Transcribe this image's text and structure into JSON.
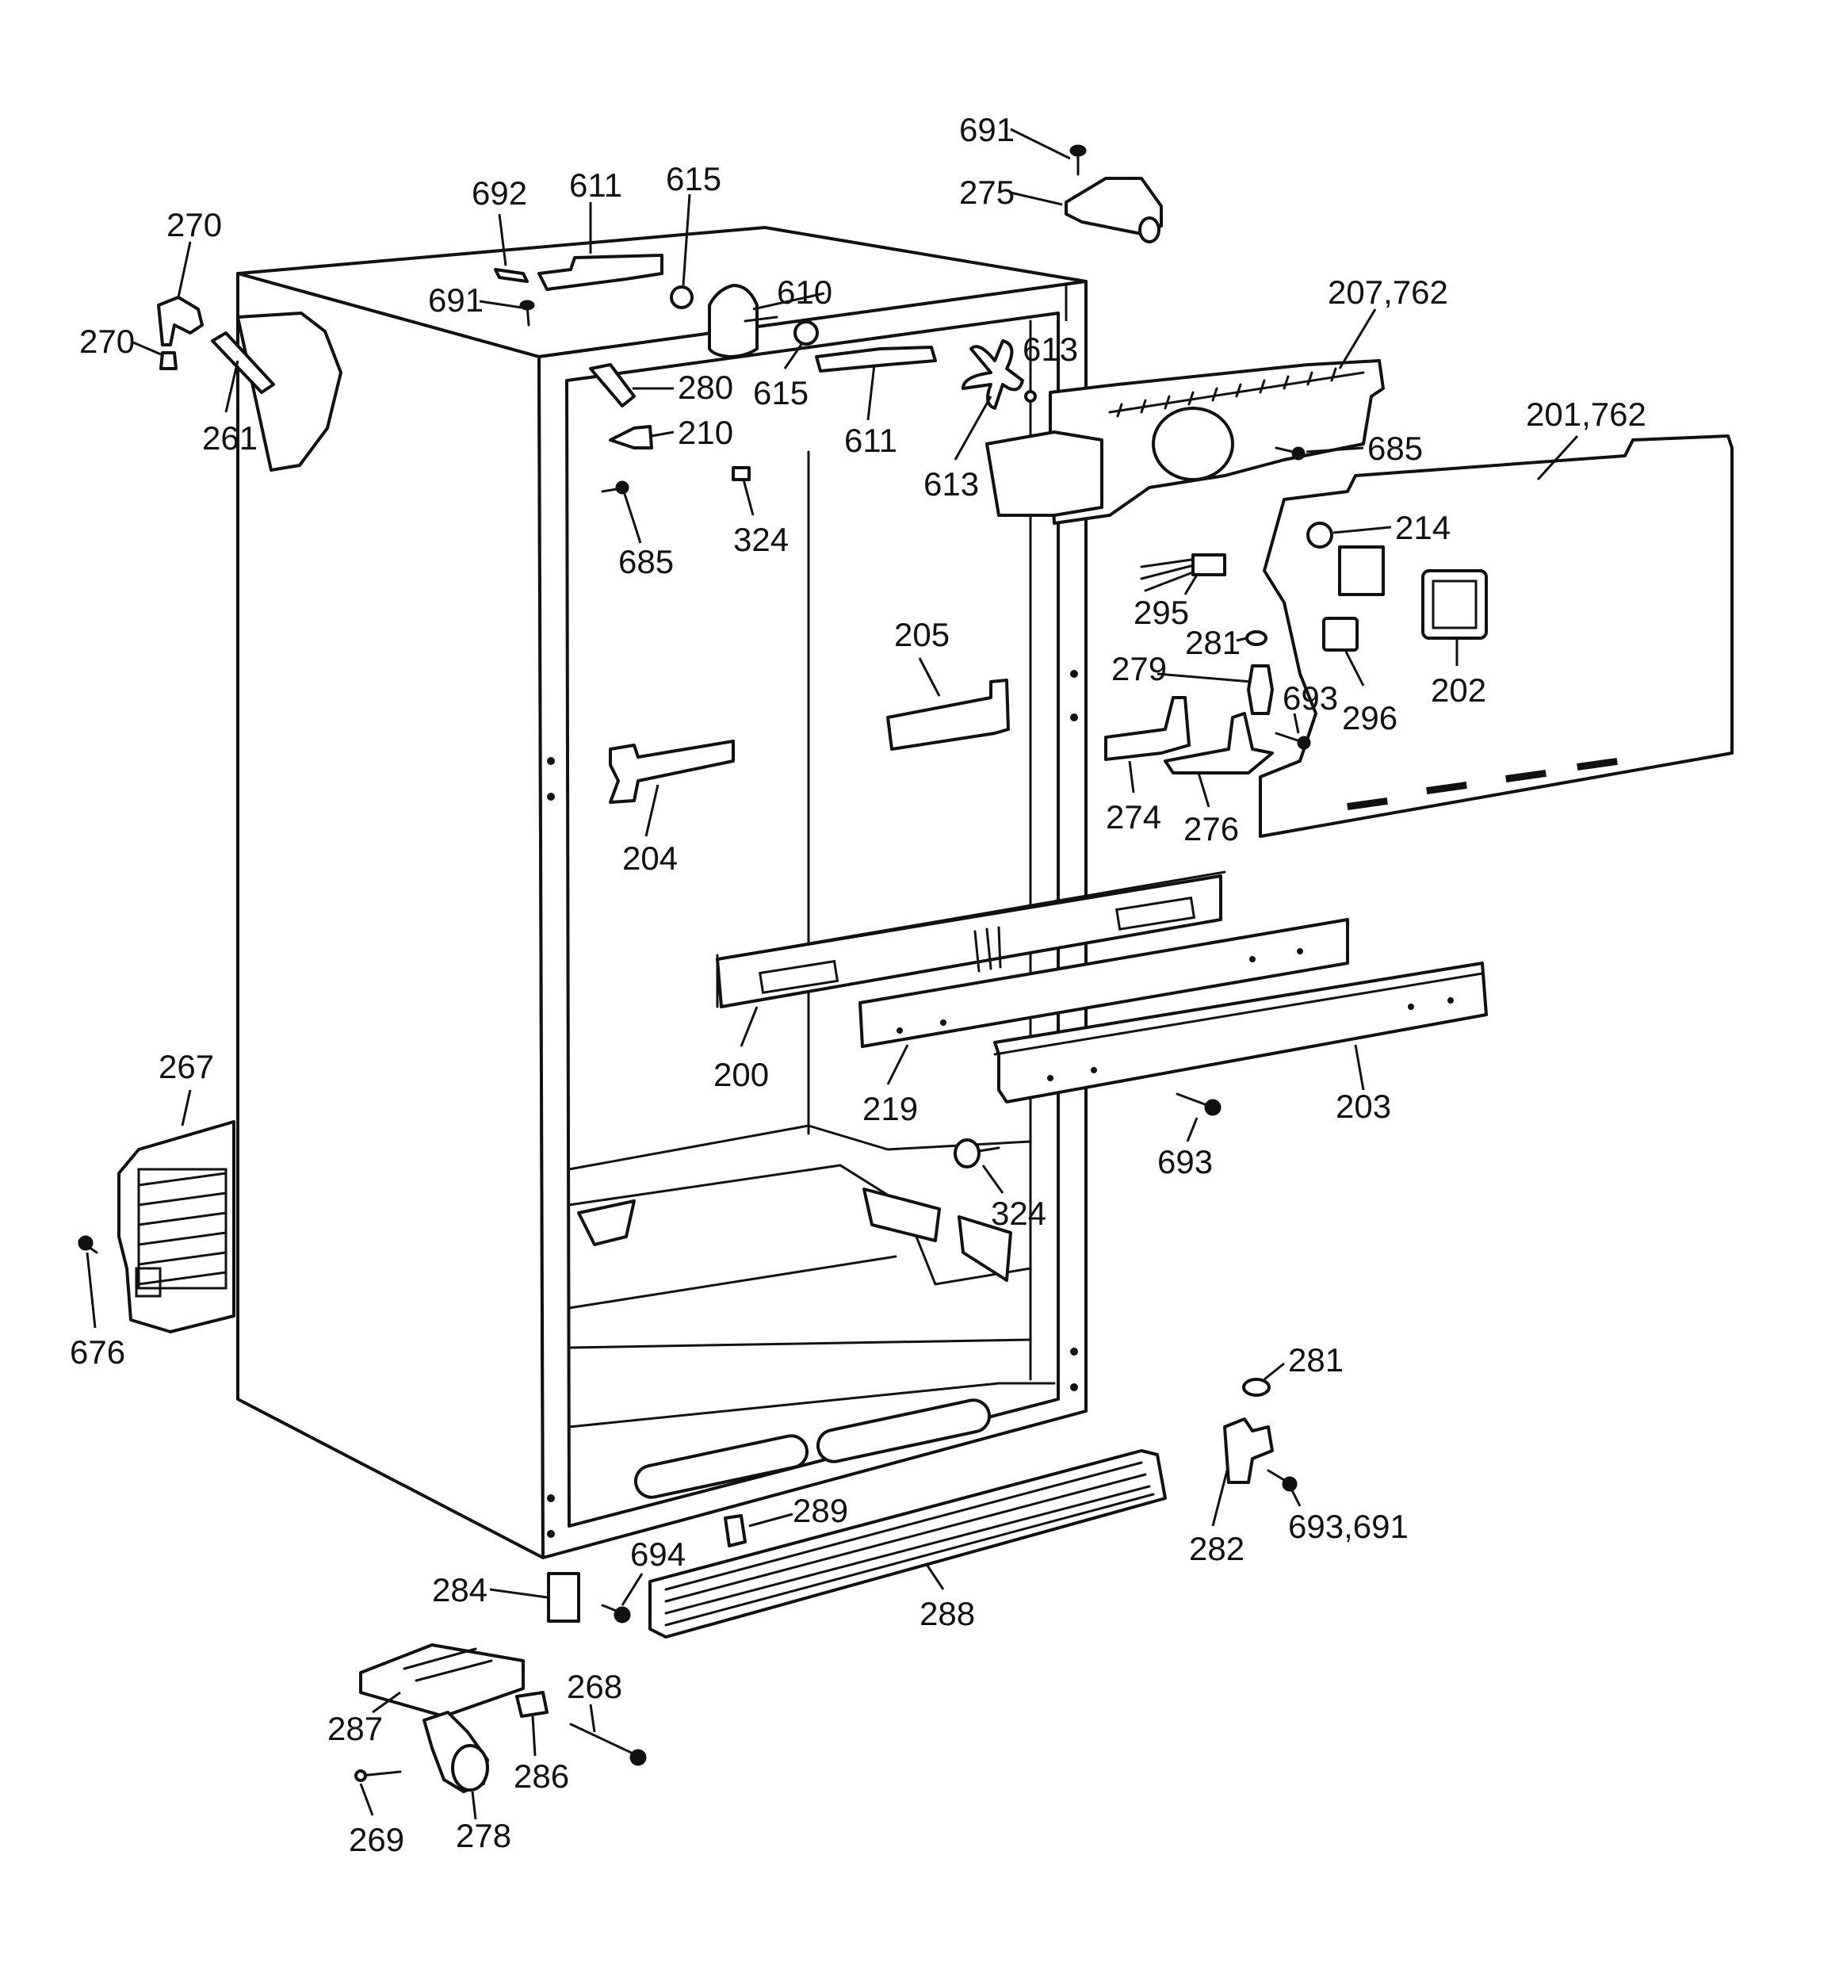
{
  "callouts": [
    {
      "id": "c691a",
      "label": "691"
    },
    {
      "id": "c275",
      "label": "275"
    },
    {
      "id": "c692",
      "label": "692"
    },
    {
      "id": "c611a",
      "label": "611"
    },
    {
      "id": "c615a",
      "label": "615"
    },
    {
      "id": "c270a",
      "label": "270"
    },
    {
      "id": "c270b",
      "label": "270"
    },
    {
      "id": "c610",
      "label": "610"
    },
    {
      "id": "c691b",
      "label": "691"
    },
    {
      "id": "c207",
      "label": "207,762"
    },
    {
      "id": "c613a",
      "label": "613"
    },
    {
      "id": "c280",
      "label": "280"
    },
    {
      "id": "c615b",
      "label": "615"
    },
    {
      "id": "c261",
      "label": "261"
    },
    {
      "id": "c611b",
      "label": "611"
    },
    {
      "id": "c201",
      "label": "201,762"
    },
    {
      "id": "c210",
      "label": "210"
    },
    {
      "id": "c685a",
      "label": "685"
    },
    {
      "id": "c613b",
      "label": "613"
    },
    {
      "id": "c214",
      "label": "214"
    },
    {
      "id": "c324a",
      "label": "324"
    },
    {
      "id": "c685b",
      "label": "685"
    },
    {
      "id": "c295",
      "label": "295"
    },
    {
      "id": "c205",
      "label": "205"
    },
    {
      "id": "c281a",
      "label": "281"
    },
    {
      "id": "c279",
      "label": "279"
    },
    {
      "id": "c693a",
      "label": "693"
    },
    {
      "id": "c202",
      "label": "202"
    },
    {
      "id": "c296",
      "label": "296"
    },
    {
      "id": "c274",
      "label": "274"
    },
    {
      "id": "c276",
      "label": "276"
    },
    {
      "id": "c204",
      "label": "204"
    },
    {
      "id": "c200",
      "label": "200"
    },
    {
      "id": "c219",
      "label": "219"
    },
    {
      "id": "c203",
      "label": "203"
    },
    {
      "id": "c267",
      "label": "267"
    },
    {
      "id": "c693b",
      "label": "693"
    },
    {
      "id": "c324b",
      "label": "324"
    },
    {
      "id": "c676",
      "label": "676"
    },
    {
      "id": "c281b",
      "label": "281"
    },
    {
      "id": "c289",
      "label": "289"
    },
    {
      "id": "c693c",
      "label": "693,691"
    },
    {
      "id": "c282",
      "label": "282"
    },
    {
      "id": "c694",
      "label": "694"
    },
    {
      "id": "c284",
      "label": "284"
    },
    {
      "id": "c288",
      "label": "288"
    },
    {
      "id": "c268",
      "label": "268"
    },
    {
      "id": "c287",
      "label": "287"
    },
    {
      "id": "c286",
      "label": "286"
    },
    {
      "id": "c269",
      "label": "269"
    },
    {
      "id": "c278",
      "label": "278"
    }
  ]
}
